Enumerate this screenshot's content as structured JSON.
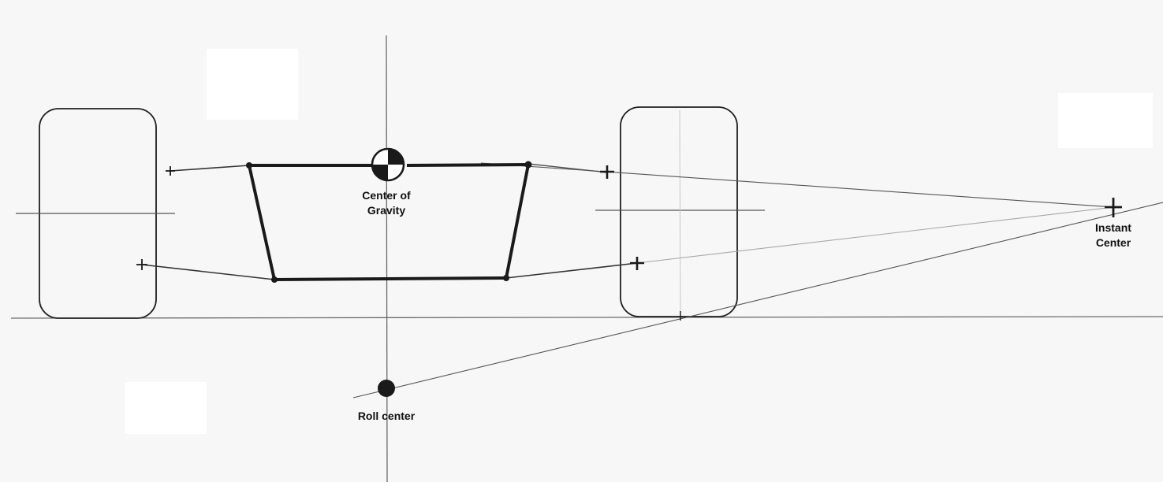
{
  "diagram": {
    "labels": {
      "center_of_gravity": [
        "Center of",
        "Gravity"
      ],
      "instant_center": [
        "Instant",
        "Center"
      ],
      "roll_center": "Roll center"
    },
    "symbols": {
      "center_of_gravity": "center-of-gravity-symbol",
      "roll_center": "filled-circle",
      "pivot": "plus-cross"
    },
    "colors": {
      "ink": "#1a1a1a",
      "pencil": "#555555",
      "light_pencil": "#9a9a9a",
      "paper": "#f7f7f7"
    }
  }
}
